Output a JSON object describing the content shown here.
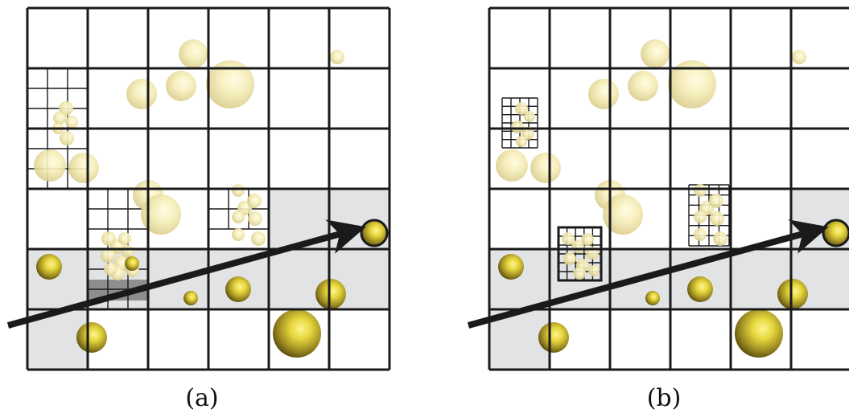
{
  "panels": [
    {
      "id": "a",
      "caption": "(a)"
    },
    {
      "id": "b",
      "caption": "(b)"
    }
  ],
  "colors": {
    "grid_line": "#1a1a1a",
    "traversed_cell": "#e2e3e5",
    "dark_cell": "#8e8e90",
    "ray": "#1a1a1a",
    "sphere_highlight": "#fff27a",
    "sphere_shadow": "#7a6a10",
    "sphere_faded_highlight": "#fbf6cf",
    "sphere_faded_shadow": "#d8cc8a"
  }
}
